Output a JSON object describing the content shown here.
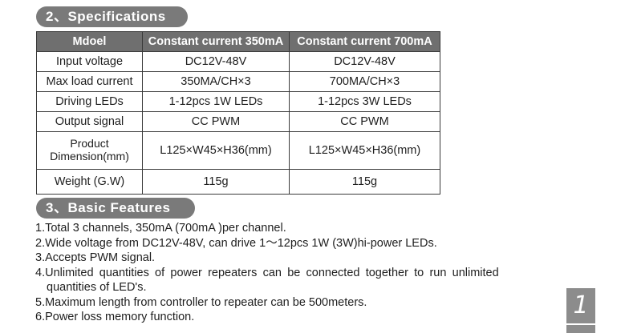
{
  "specifications": {
    "heading": "2、Specifications",
    "headers": [
      "Mdoel",
      "Constant current 350mA",
      "Constant current 700mA"
    ],
    "rows": [
      {
        "label": "Input voltage",
        "v350": "DC12V-48V",
        "v700": "DC12V-48V"
      },
      {
        "label": "Max load current",
        "v350": "350MA/CH×3",
        "v700": "700MA/CH×3"
      },
      {
        "label": "Driving LEDs",
        "v350": "1-12pcs 1W LEDs",
        "v700": "1-12pcs 3W LEDs"
      },
      {
        "label": "Output signal",
        "v350": "CC PWM",
        "v700": "CC PWM"
      },
      {
        "label_line1": "Product",
        "label_line2": "Dimension(mm)",
        "v350": "L125×W45×H36(mm)",
        "v700": "L125×W45×H36(mm)"
      },
      {
        "label": "Weight (G.W)",
        "v350": "115g",
        "v700": "115g"
      }
    ]
  },
  "features": {
    "heading": "3、Basic Features",
    "items": [
      "1.Total 3 channels, 350mA (700mA )per channel.",
      "2.Wide voltage from DC12V-48V, can drive 1～12pcs 1W (3W)hi-power LEDs.",
      "3.Accepts PWM signal.",
      "4.Unlimited quantities of power repeaters can be connected together to run unlimited",
      "quantities of LED's.",
      "5.Maximum length from controller to repeater can be 500meters.",
      "6.Power loss memory function."
    ]
  },
  "page_number": "1"
}
